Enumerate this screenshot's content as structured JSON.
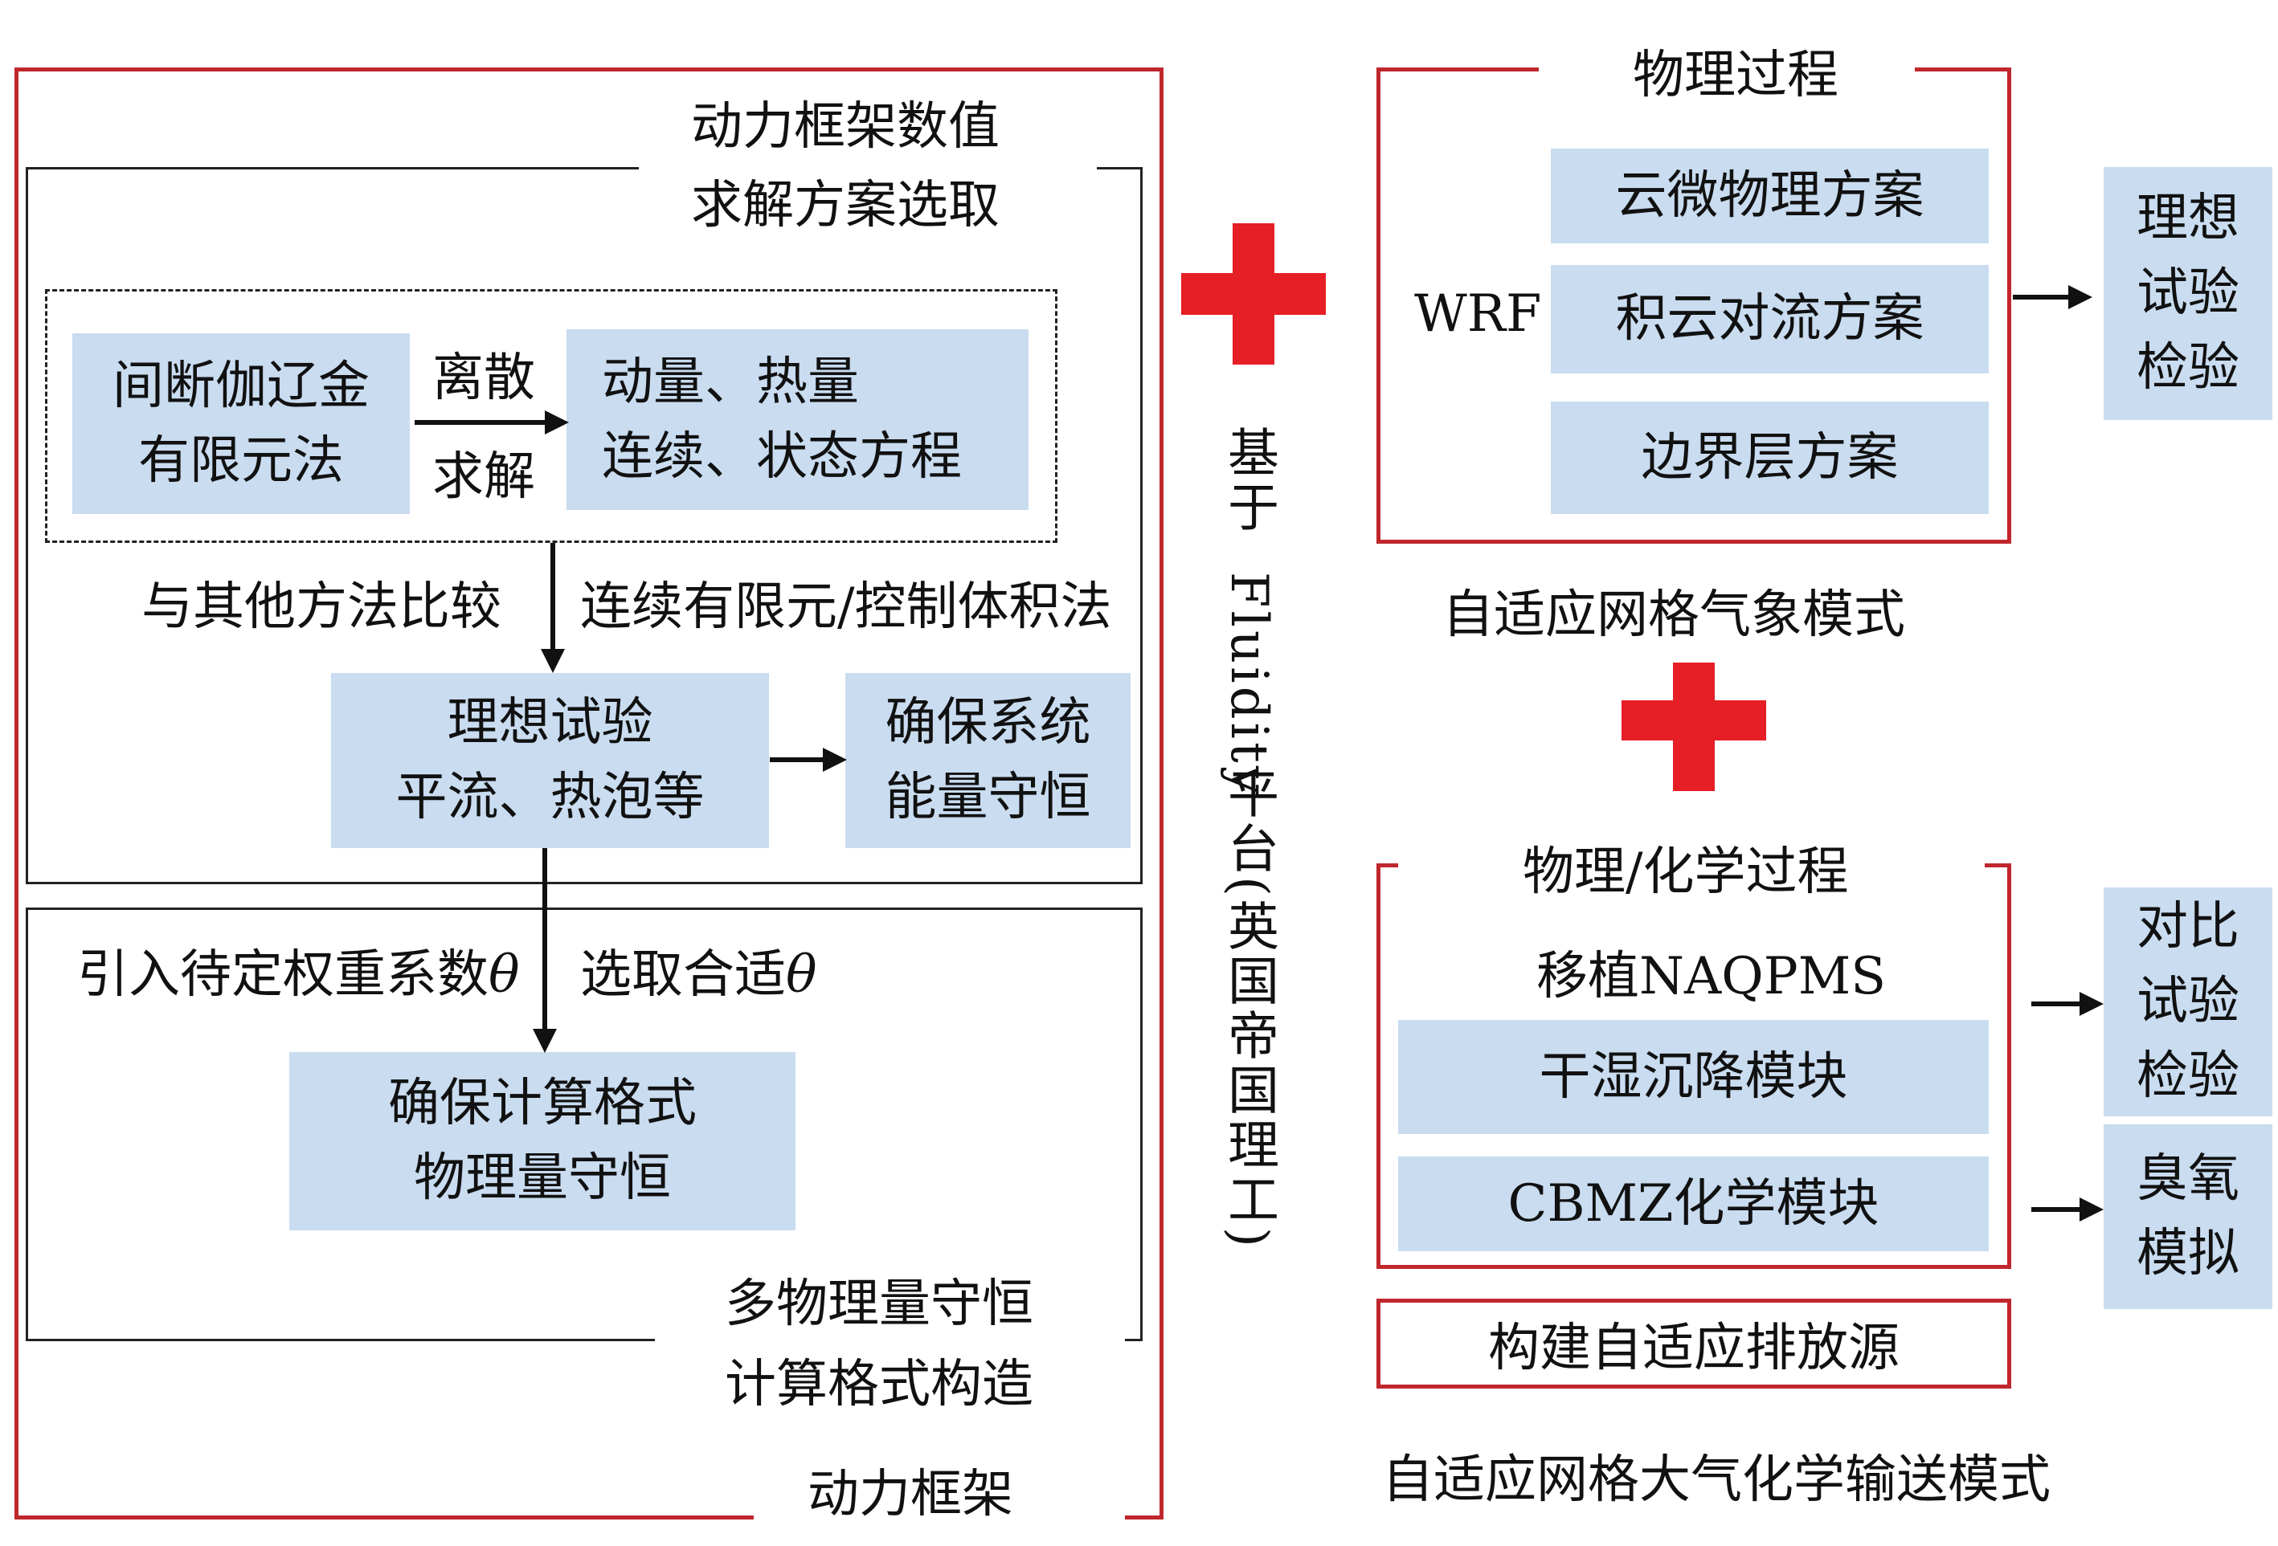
{
  "colors": {
    "frame_red": "#c0272d",
    "plus_red": "#e61e25",
    "box_blue": "#c9dcf0",
    "line": "#111111"
  },
  "left_panel": {
    "caption": "动力框架",
    "solver_section": {
      "title_line1": "动力框架数值",
      "title_line2": "求解方案选取",
      "method_box": {
        "line1": "间断伽辽金",
        "line2": "有限元法"
      },
      "arrow_label_top": "离散",
      "arrow_label_bottom": "求解",
      "equations_box": {
        "line1": "动量、热量",
        "line2": "连续、状态方程"
      },
      "compare_label": "与其他方法比较",
      "fe_label": "连续有限元/控制体积法",
      "ideal_box": {
        "line1": "理想试验",
        "line2": "平流、热泡等"
      },
      "energy_box": {
        "line1": "确保系统",
        "line2": "能量守恒"
      }
    },
    "conservation_section": {
      "weight_label": "引入待定权重系数",
      "theta_symbol": "θ",
      "choose_label": "选取合适",
      "scheme_box": {
        "line1": "确保计算格式",
        "line2": "物理量守恒"
      },
      "title_line1": "多物理量守恒",
      "title_line2": "计算格式构造"
    }
  },
  "platform": {
    "line1": "基于",
    "line2": "Fluidity",
    "line3": "平台(英国帝国理工)"
  },
  "wrf_panel": {
    "header": "物理过程",
    "wrf_label": "WRF",
    "items": [
      "云微物理方案",
      "积云对流方案",
      "边界层方案"
    ],
    "caption": "自适应网格气象模式",
    "result_box": [
      "理想",
      "试验",
      "检验"
    ]
  },
  "chem_panel": {
    "header": "物理/化学过程",
    "subheader": "移植NAQPMS",
    "items": [
      "干湿沉降模块",
      "CBMZ化学模块"
    ],
    "emission_box": "构建自适应排放源",
    "caption": "自适应网格大气化学输送模式",
    "result_box_1": [
      "对比",
      "试验",
      "检验"
    ],
    "result_box_2": [
      "臭氧",
      "模拟"
    ]
  }
}
